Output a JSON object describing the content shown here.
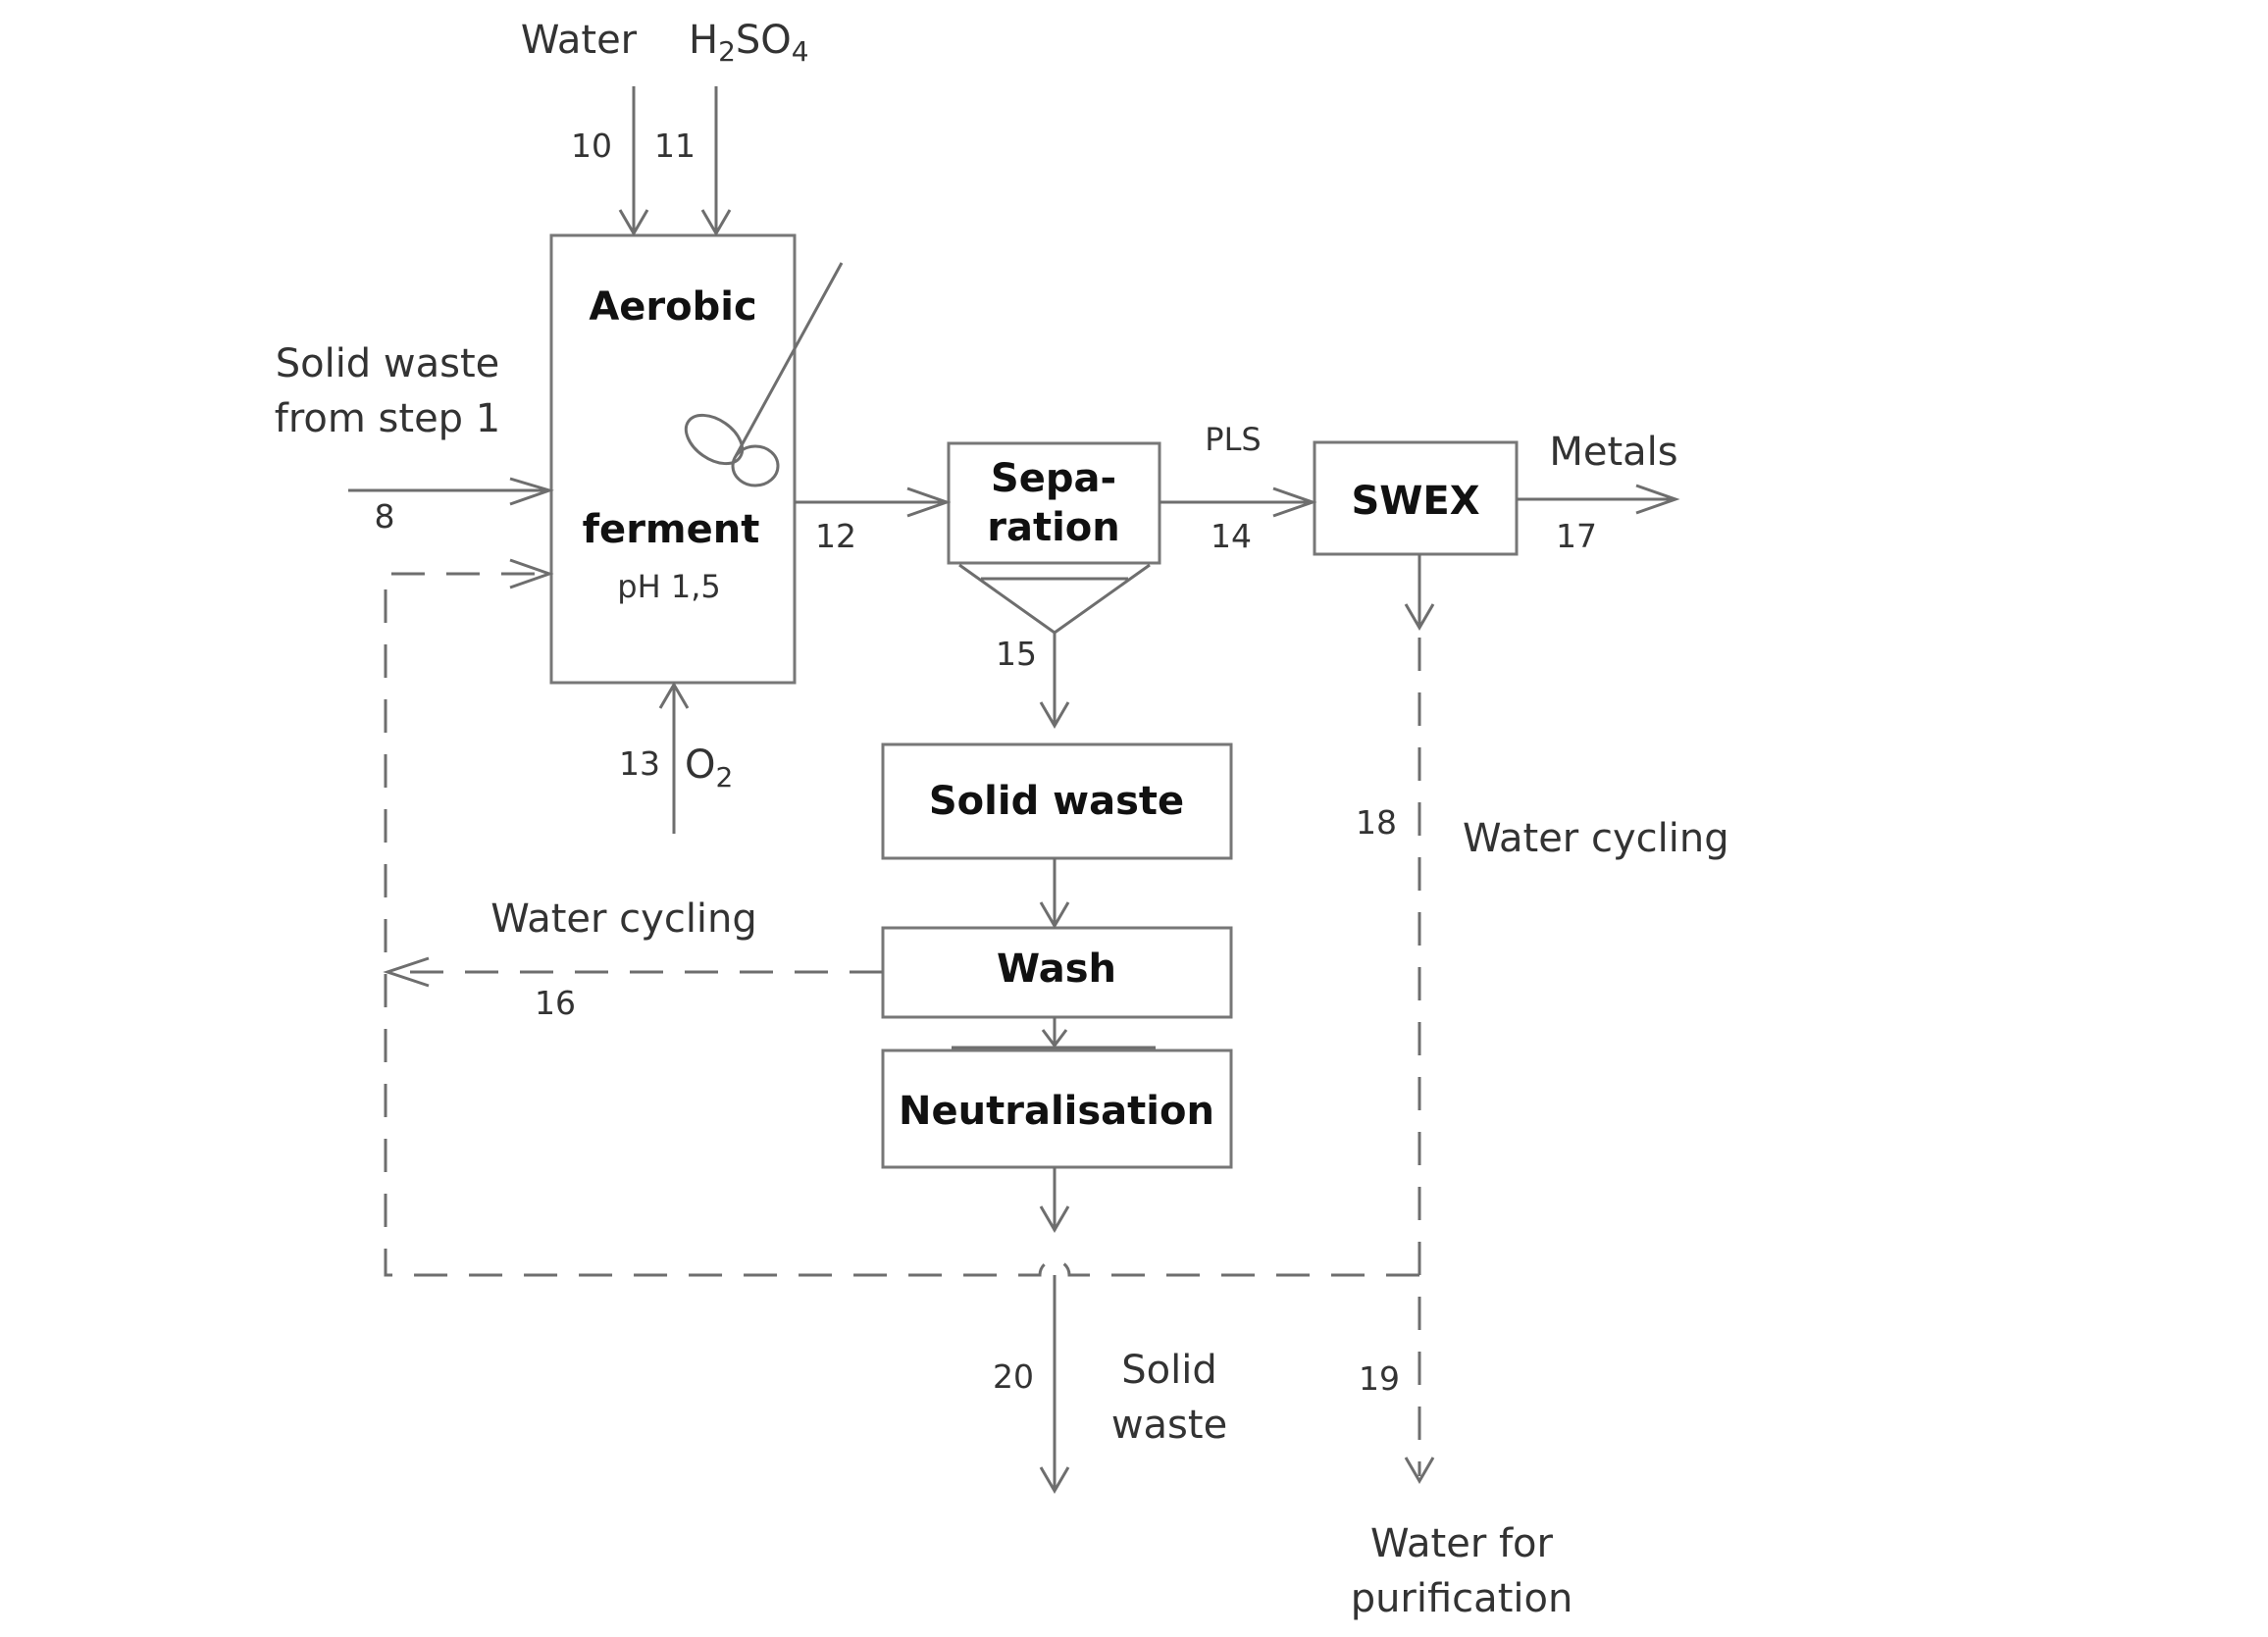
{
  "inputs": {
    "water": "Water",
    "acid_main": "H",
    "acid_sub2": "2",
    "acid_so": "SO",
    "acid_sub4": "4",
    "oxygen_main": "O",
    "oxygen_sub": "2",
    "solid_waste_line1": "Solid waste",
    "solid_waste_line2": "from step 1"
  },
  "boxes": {
    "fermenter_line1": "Aerobic",
    "fermenter_line2": "ferment",
    "fermenter_ph": "pH 1,5",
    "separation_line1": "Sepa-",
    "separation_line2": "ration",
    "swex": "SWEX",
    "solid_waste": "Solid waste",
    "wash": "Wash",
    "neutralisation": "Neutralisation"
  },
  "streams": {
    "s8": "8",
    "s10": "10",
    "s11": "11",
    "s12": "12",
    "s13": "13",
    "s14": "14",
    "s15": "15",
    "s16": "16",
    "s17": "17",
    "s18": "18",
    "s19": "19",
    "s20": "20"
  },
  "labels": {
    "pls": "PLS",
    "metals": "Metals",
    "water_cycling_right": "Water cycling",
    "water_cycling_left": "Water cycling",
    "solid_waste_out_line1": "Solid",
    "solid_waste_out_line2": "waste",
    "water_purif_line1": "Water for",
    "water_purif_line2": "purification"
  }
}
